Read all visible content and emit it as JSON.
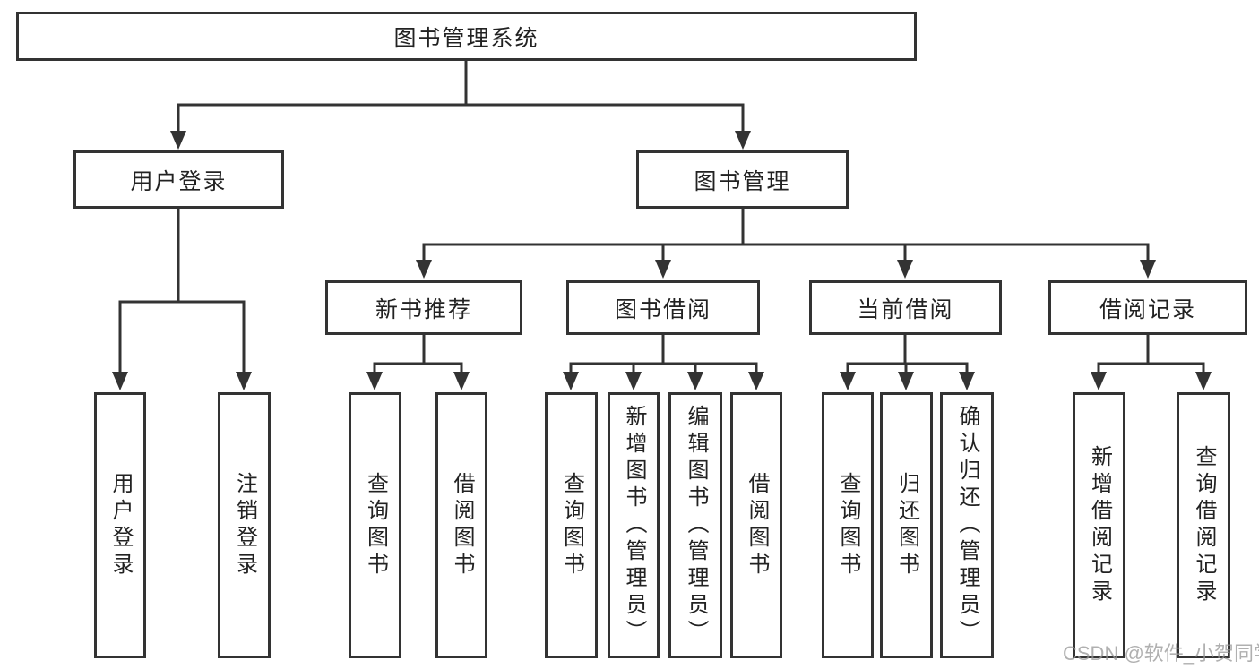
{
  "tree": {
    "root": {
      "label": "图书管理系统"
    },
    "level2": [
      {
        "label": "用户登录",
        "children": [
          {
            "label": "用户登录"
          },
          {
            "label": "注销登录"
          }
        ]
      },
      {
        "label": "图书管理",
        "children": [
          {
            "label": "新书推荐",
            "children": [
              {
                "label": "查询图书"
              },
              {
                "label": "借阅图书"
              }
            ]
          },
          {
            "label": "图书借阅",
            "children": [
              {
                "label": "查询图书"
              },
              {
                "label": "新增图书（管理员）"
              },
              {
                "label": "编辑图书（管理员）"
              },
              {
                "label": "借阅图书"
              }
            ]
          },
          {
            "label": "当前借阅",
            "children": [
              {
                "label": "查询图书"
              },
              {
                "label": "归还图书"
              },
              {
                "label": "确认归还（管理员）"
              }
            ]
          },
          {
            "label": "借阅记录",
            "children": [
              {
                "label": "新增借阅记录"
              },
              {
                "label": "查询借阅记录"
              }
            ]
          }
        ]
      }
    ]
  },
  "watermark": {
    "text": "CSDN @软件_小贺同学"
  },
  "colors": {
    "line": "#333333",
    "box_border": "#333333",
    "text": "#222222",
    "background": "#ffffff",
    "watermark": "#969696"
  }
}
